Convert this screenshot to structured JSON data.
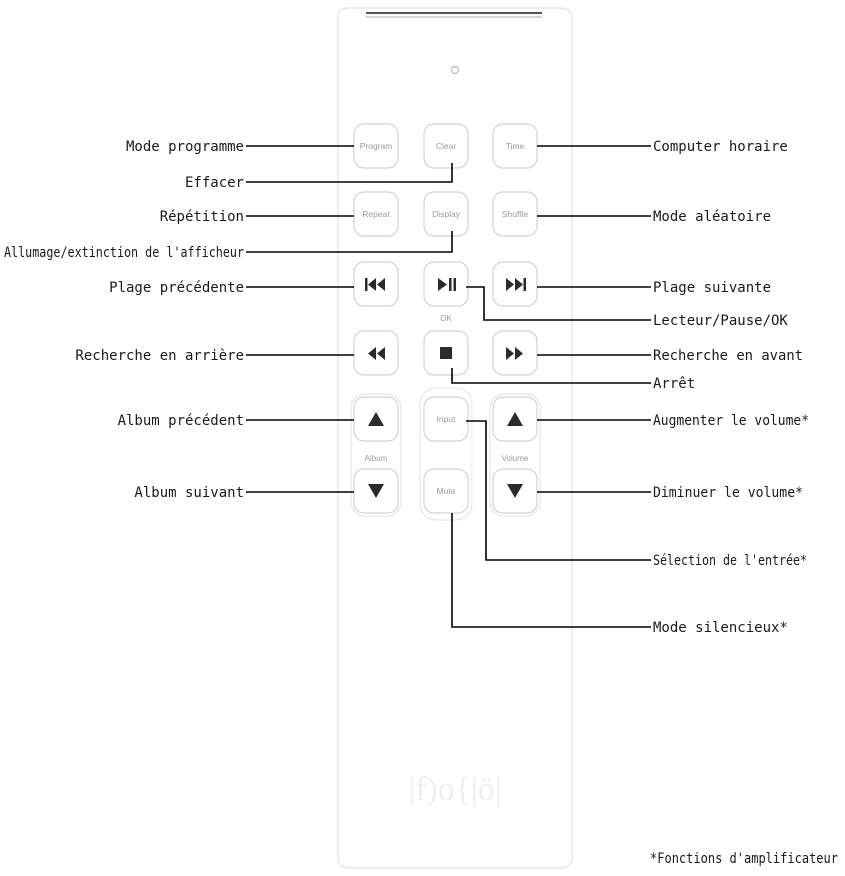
{
  "remote": {
    "buttons": {
      "program": "Program",
      "clear": "Clear",
      "time": "Time",
      "repeat": "Repeat",
      "display": "Display",
      "shuffle": "Shuffle",
      "input": "Input",
      "mute": "Mute"
    },
    "group_labels": {
      "ok": "OK",
      "album": "Album",
      "volume": "Volume"
    },
    "logo_text": "|f)o{|ö|"
  },
  "callouts": {
    "mode_programme": "Mode programme",
    "effacer": "Effacer",
    "repetition": "Répétition",
    "allumage": "Allumage/extinction de l'afficheur",
    "plage_precedente": "Plage précédente",
    "recherche_arriere": "Recherche en arrière",
    "album_precedent": "Album précédent",
    "album_suivant": "Album  suivant",
    "computer_horaire": "Computer horaire",
    "mode_aleatoire": "Mode aléatoire",
    "plage_suivante": "Plage suivante",
    "lecteur_pause_ok": "Lecteur/Pause/OK",
    "recherche_avant": "Recherche en avant",
    "arret": "Arrêt",
    "augmenter_volume": "Augmenter le volume*",
    "diminuer_volume": "Diminuer le volume*",
    "selection_entree": "Sélection de l'entrée*",
    "mode_silencieux": "Mode silencieux*"
  },
  "footnote": "*Fonctions d'amplificateur"
}
